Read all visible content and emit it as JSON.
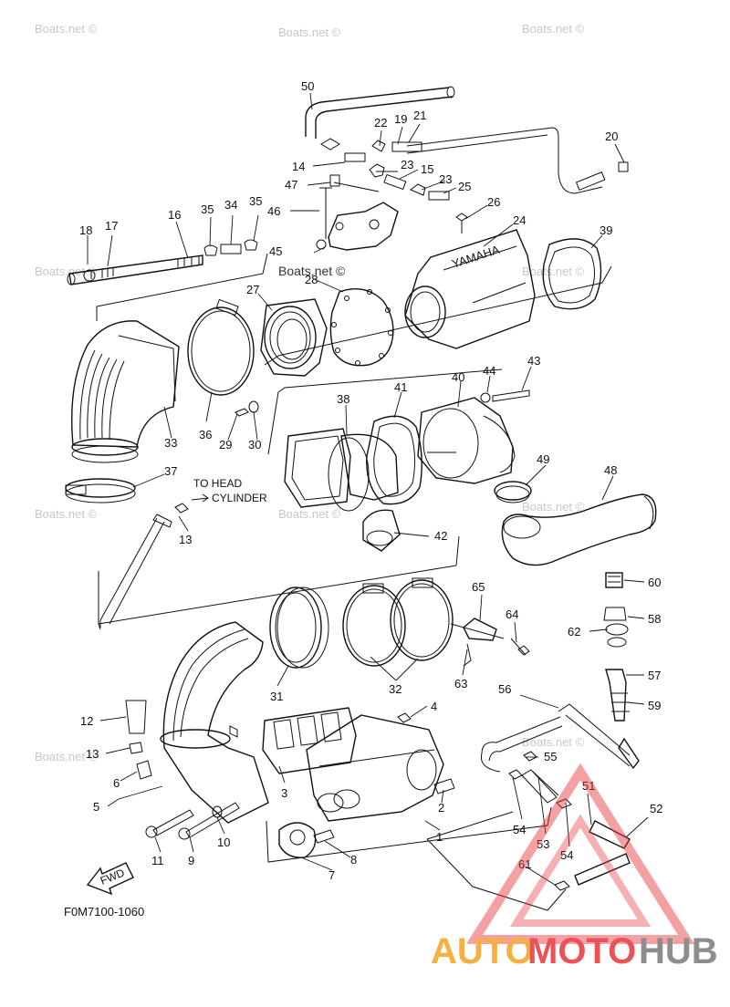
{
  "diagram": {
    "code": "F0M7100-1060",
    "note_head": "TO HEAD",
    "note_cylinder": "CYLINDER",
    "fwd": "FWD",
    "yamaha_mark": "YAMAHA",
    "callouts": [
      {
        "id": "c50",
        "text": "50"
      },
      {
        "id": "c22",
        "text": "22"
      },
      {
        "id": "c19",
        "text": "19"
      },
      {
        "id": "c21",
        "text": "21"
      },
      {
        "id": "c20",
        "text": "20"
      },
      {
        "id": "c14",
        "text": "14"
      },
      {
        "id": "c23a",
        "text": "23"
      },
      {
        "id": "c15",
        "text": "15"
      },
      {
        "id": "c47",
        "text": "47"
      },
      {
        "id": "c23b",
        "text": "23"
      },
      {
        "id": "c25",
        "text": "25"
      },
      {
        "id": "c26",
        "text": "26"
      },
      {
        "id": "c46",
        "text": "46"
      },
      {
        "id": "c16",
        "text": "16"
      },
      {
        "id": "c35a",
        "text": "35"
      },
      {
        "id": "c34",
        "text": "34"
      },
      {
        "id": "c35b",
        "text": "35"
      },
      {
        "id": "c18",
        "text": "18"
      },
      {
        "id": "c17",
        "text": "17"
      },
      {
        "id": "c24",
        "text": "24"
      },
      {
        "id": "c39",
        "text": "39"
      },
      {
        "id": "c45",
        "text": "45"
      },
      {
        "id": "c28",
        "text": "28"
      },
      {
        "id": "c27",
        "text": "27"
      },
      {
        "id": "c43",
        "text": "43"
      },
      {
        "id": "c44",
        "text": "44"
      },
      {
        "id": "c40",
        "text": "40"
      },
      {
        "id": "c41",
        "text": "41"
      },
      {
        "id": "c38",
        "text": "38"
      },
      {
        "id": "c36",
        "text": "36"
      },
      {
        "id": "c29",
        "text": "29"
      },
      {
        "id": "c30",
        "text": "30"
      },
      {
        "id": "c33",
        "text": "33"
      },
      {
        "id": "c37",
        "text": "37"
      },
      {
        "id": "c49",
        "text": "49"
      },
      {
        "id": "c48",
        "text": "48"
      },
      {
        "id": "c13a",
        "text": "13"
      },
      {
        "id": "c42",
        "text": "42"
      },
      {
        "id": "c60",
        "text": "60"
      },
      {
        "id": "c65",
        "text": "65"
      },
      {
        "id": "c64",
        "text": "64"
      },
      {
        "id": "c58",
        "text": "58"
      },
      {
        "id": "c62",
        "text": "62"
      },
      {
        "id": "c63",
        "text": "63"
      },
      {
        "id": "c57",
        "text": "57"
      },
      {
        "id": "c59",
        "text": "59"
      },
      {
        "id": "c31",
        "text": "31"
      },
      {
        "id": "c32",
        "text": "32"
      },
      {
        "id": "c56",
        "text": "56"
      },
      {
        "id": "c4",
        "text": "4"
      },
      {
        "id": "c12",
        "text": "12"
      },
      {
        "id": "c13b",
        "text": "13"
      },
      {
        "id": "c55",
        "text": "55"
      },
      {
        "id": "c6",
        "text": "6"
      },
      {
        "id": "c5",
        "text": "5"
      },
      {
        "id": "c3",
        "text": "3"
      },
      {
        "id": "c51",
        "text": "51"
      },
      {
        "id": "c52",
        "text": "52"
      },
      {
        "id": "c2",
        "text": "2"
      },
      {
        "id": "c54a",
        "text": "54"
      },
      {
        "id": "c53",
        "text": "53"
      },
      {
        "id": "c54b",
        "text": "54"
      },
      {
        "id": "c1",
        "text": "1"
      },
      {
        "id": "c11",
        "text": "11"
      },
      {
        "id": "c9",
        "text": "9"
      },
      {
        "id": "c10",
        "text": "10"
      },
      {
        "id": "c8",
        "text": "8"
      },
      {
        "id": "c7",
        "text": "7"
      },
      {
        "id": "c61",
        "text": "61"
      }
    ]
  },
  "watermark": {
    "site": "Boats.net ©",
    "brand_auto": "AUTO",
    "brand_moto": "MOTO",
    "brand_hub": "HUB",
    "color_red": "#e7343a",
    "color_orange": "#f4a321",
    "color_dark": "#7a7a7a"
  }
}
